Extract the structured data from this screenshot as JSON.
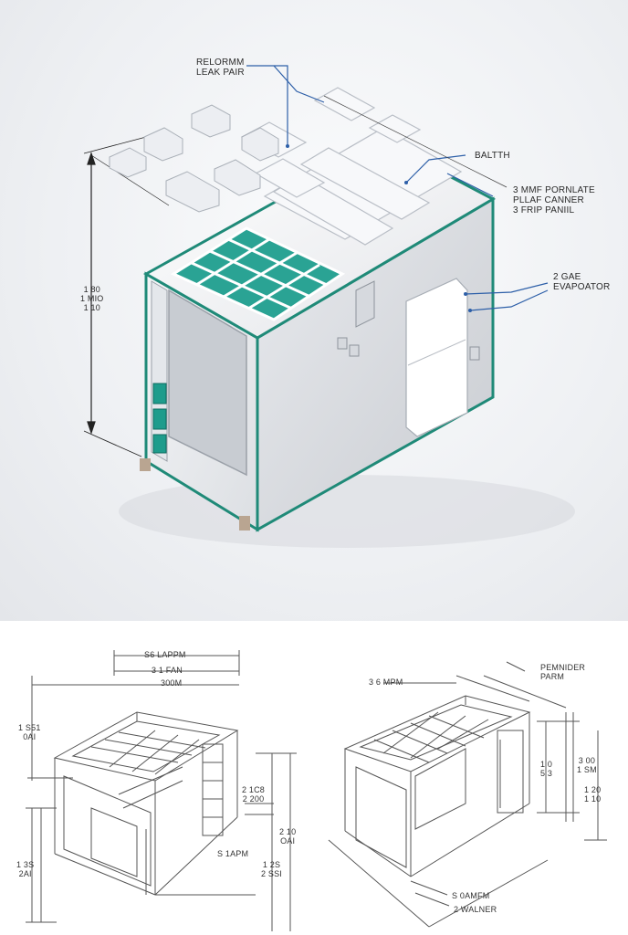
{
  "render": {
    "callouts": [
      {
        "text": "RELORMM\nLEAK PAIR"
      },
      {
        "text": "BALTTH"
      },
      {
        "text": "3 MMF PORNLATE\nPLLAF CANNER\n3 FRIP PANIIL"
      },
      {
        "text": "2 GAE\nEVAPOATOR"
      }
    ],
    "height_dim": "1 80\n1 MIO\n1 10"
  },
  "drawing_left": {
    "top_dim_1": "S6 LAPPM",
    "top_dim_2": "3 1 FAN",
    "top_dim_3": "300M",
    "left_dim_upper": "1 S51\n0AI",
    "left_dim_lower": "1 3S\n2AI",
    "mid_dim": "2 1C8\n2 200",
    "bottom_label": "S 1APM",
    "right_dim_1": "1 2S\n2 SSI",
    "right_dim_2": "2 10\nOAI"
  },
  "drawing_right": {
    "top_dim": "3 6 MPM",
    "corner_label": "PEMNIDER\nPARM",
    "right_dim_1": "1 0\n5 3",
    "right_dim_2": "3 00\n1 SM",
    "right_dim_3": "1 20\n1 10",
    "bottom_label_1": "S 0AMFM",
    "bottom_label_2": "2 WALNER"
  },
  "colors": {
    "frame_green": "#1f8a78",
    "leader_blue": "#2d5fa8",
    "panel_white": "#f3f4f6",
    "drawing_line": "#555555"
  }
}
